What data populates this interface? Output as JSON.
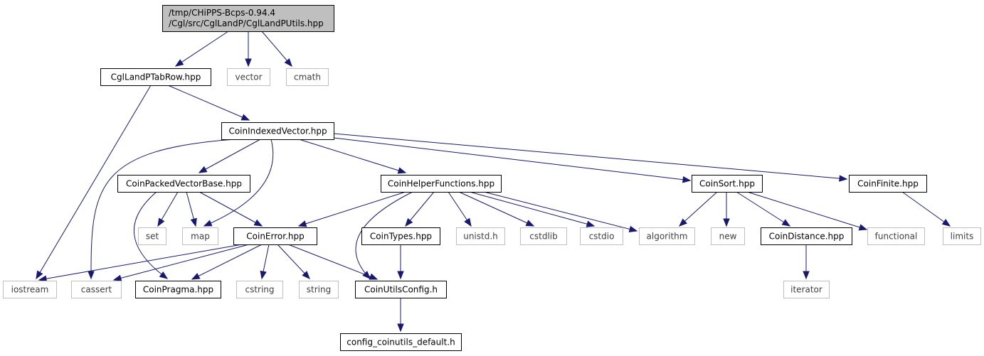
{
  "diagram": {
    "colors": {
      "edge": "#191970",
      "root_fill": "#bfbfbf",
      "box_border": "#000000",
      "missing_border": "#bfbfbf",
      "missing_text": "#404040"
    },
    "nodes": [
      {
        "id": "root",
        "lines": [
          "/tmp/CHiPPS-Bcps-0.94.4",
          "/Cgl/src/CglLandP/CglLandPUtils.hpp"
        ],
        "kind": "root"
      },
      {
        "id": "tabrow",
        "lines": [
          "CglLandPTabRow.hpp"
        ],
        "kind": "file"
      },
      {
        "id": "vector",
        "lines": [
          "vector"
        ],
        "kind": "missing"
      },
      {
        "id": "cmath",
        "lines": [
          "cmath"
        ],
        "kind": "missing"
      },
      {
        "id": "indexed",
        "lines": [
          "CoinIndexedVector.hpp"
        ],
        "kind": "file"
      },
      {
        "id": "packed",
        "lines": [
          "CoinPackedVectorBase.hpp"
        ],
        "kind": "file"
      },
      {
        "id": "helper",
        "lines": [
          "CoinHelperFunctions.hpp"
        ],
        "kind": "file"
      },
      {
        "id": "sort",
        "lines": [
          "CoinSort.hpp"
        ],
        "kind": "file"
      },
      {
        "id": "finite",
        "lines": [
          "CoinFinite.hpp"
        ],
        "kind": "file"
      },
      {
        "id": "set",
        "lines": [
          "set"
        ],
        "kind": "missing"
      },
      {
        "id": "map",
        "lines": [
          "map"
        ],
        "kind": "missing"
      },
      {
        "id": "error",
        "lines": [
          "CoinError.hpp"
        ],
        "kind": "file"
      },
      {
        "id": "types",
        "lines": [
          "CoinTypes.hpp"
        ],
        "kind": "file"
      },
      {
        "id": "unistd",
        "lines": [
          "unistd.h"
        ],
        "kind": "missing"
      },
      {
        "id": "cstdlib",
        "lines": [
          "cstdlib"
        ],
        "kind": "missing"
      },
      {
        "id": "cstdio",
        "lines": [
          "cstdio"
        ],
        "kind": "missing"
      },
      {
        "id": "algorithm",
        "lines": [
          "algorithm"
        ],
        "kind": "missing"
      },
      {
        "id": "new",
        "lines": [
          "new"
        ],
        "kind": "missing"
      },
      {
        "id": "distance",
        "lines": [
          "CoinDistance.hpp"
        ],
        "kind": "file"
      },
      {
        "id": "functional",
        "lines": [
          "functional"
        ],
        "kind": "missing"
      },
      {
        "id": "limits",
        "lines": [
          "limits"
        ],
        "kind": "missing"
      },
      {
        "id": "iostream",
        "lines": [
          "iostream"
        ],
        "kind": "missing"
      },
      {
        "id": "cassert",
        "lines": [
          "cassert"
        ],
        "kind": "missing"
      },
      {
        "id": "pragma",
        "lines": [
          "CoinPragma.hpp"
        ],
        "kind": "file"
      },
      {
        "id": "cstring",
        "lines": [
          "cstring"
        ],
        "kind": "missing"
      },
      {
        "id": "string",
        "lines": [
          "string"
        ],
        "kind": "missing"
      },
      {
        "id": "config",
        "lines": [
          "CoinUtilsConfig.h"
        ],
        "kind": "file"
      },
      {
        "id": "iterator",
        "lines": [
          "iterator"
        ],
        "kind": "missing"
      },
      {
        "id": "configdefault",
        "lines": [
          "config_coinutils_default.h"
        ],
        "kind": "file"
      }
    ],
    "edges": [
      [
        "root",
        "tabrow"
      ],
      [
        "root",
        "vector"
      ],
      [
        "root",
        "cmath"
      ],
      [
        "tabrow",
        "indexed"
      ],
      [
        "tabrow",
        "iostream"
      ],
      [
        "indexed",
        "cassert"
      ],
      [
        "indexed",
        "packed"
      ],
      [
        "indexed",
        "map"
      ],
      [
        "indexed",
        "helper"
      ],
      [
        "indexed",
        "sort"
      ],
      [
        "indexed",
        "finite"
      ],
      [
        "packed",
        "set"
      ],
      [
        "packed",
        "map"
      ],
      [
        "packed",
        "error"
      ],
      [
        "packed",
        "pragma"
      ],
      [
        "helper",
        "error"
      ],
      [
        "helper",
        "config"
      ],
      [
        "helper",
        "types"
      ],
      [
        "helper",
        "unistd"
      ],
      [
        "helper",
        "cstdlib"
      ],
      [
        "helper",
        "cstdio"
      ],
      [
        "helper",
        "algorithm"
      ],
      [
        "sort",
        "algorithm"
      ],
      [
        "sort",
        "new"
      ],
      [
        "sort",
        "distance"
      ],
      [
        "sort",
        "functional"
      ],
      [
        "finite",
        "limits"
      ],
      [
        "error",
        "iostream"
      ],
      [
        "error",
        "cassert"
      ],
      [
        "error",
        "pragma"
      ],
      [
        "error",
        "cstring"
      ],
      [
        "error",
        "string"
      ],
      [
        "error",
        "config"
      ],
      [
        "types",
        "config"
      ],
      [
        "config",
        "configdefault"
      ],
      [
        "distance",
        "iterator"
      ]
    ]
  }
}
